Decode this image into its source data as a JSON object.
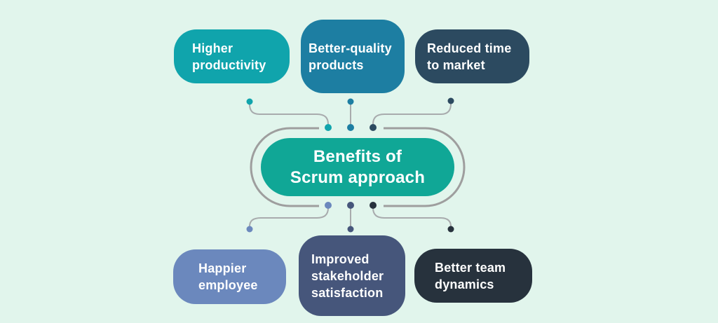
{
  "title": "Benefits of\nScrum approach",
  "colors": {
    "background": "#E1F5EC",
    "center_fill": "#10A796",
    "ring_stroke": "#9E9E9E",
    "connector": "#A8ABAD",
    "text": "#FFFFFF"
  },
  "benefits": {
    "top": [
      {
        "label": "Higher\nproductivity",
        "color": "#10A4AC"
      },
      {
        "label": "Better-quality\nproducts",
        "color": "#1D7EA2"
      },
      {
        "label": "Reduced time\nto market",
        "color": "#2C4A60"
      }
    ],
    "bottom": [
      {
        "label": "Happier\nemployee",
        "color": "#6B88BD"
      },
      {
        "label": "Improved\nstakeholder\nsatisfaction",
        "color": "#46567B"
      },
      {
        "label": "Better team\ndynamics",
        "color": "#27323D"
      }
    ]
  }
}
